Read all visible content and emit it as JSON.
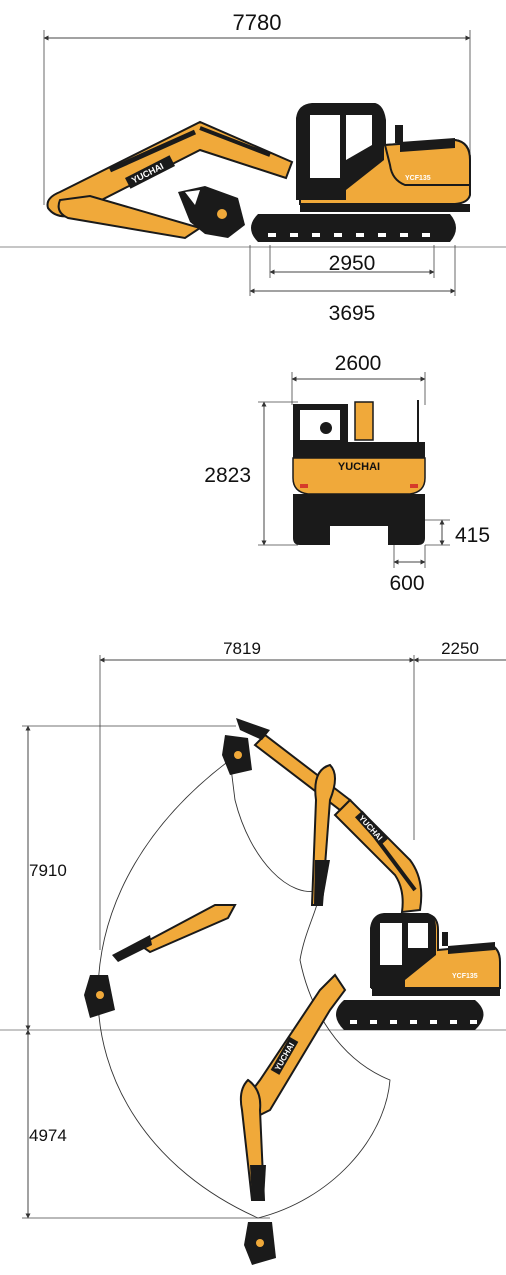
{
  "side_view": {
    "overall_length": "7780",
    "track_ground_length": "2950",
    "track_total_length": "3695",
    "brand": "YUCHAI",
    "model": "YCF135"
  },
  "rear_view": {
    "overall_width": "2600",
    "overall_height": "2823",
    "ground_clearance": "415",
    "track_shoe_width": "600",
    "brand": "YUCHAI"
  },
  "working_range": {
    "max_reach": "7819",
    "tail_swing": "2250",
    "max_height": "7910",
    "max_depth": "4974",
    "brand": "YUCHAI",
    "model": "YCF135"
  },
  "colors": {
    "body_yellow": "#f0a93a",
    "track_black": "#1a1a1a",
    "line_gray": "#444444"
  }
}
